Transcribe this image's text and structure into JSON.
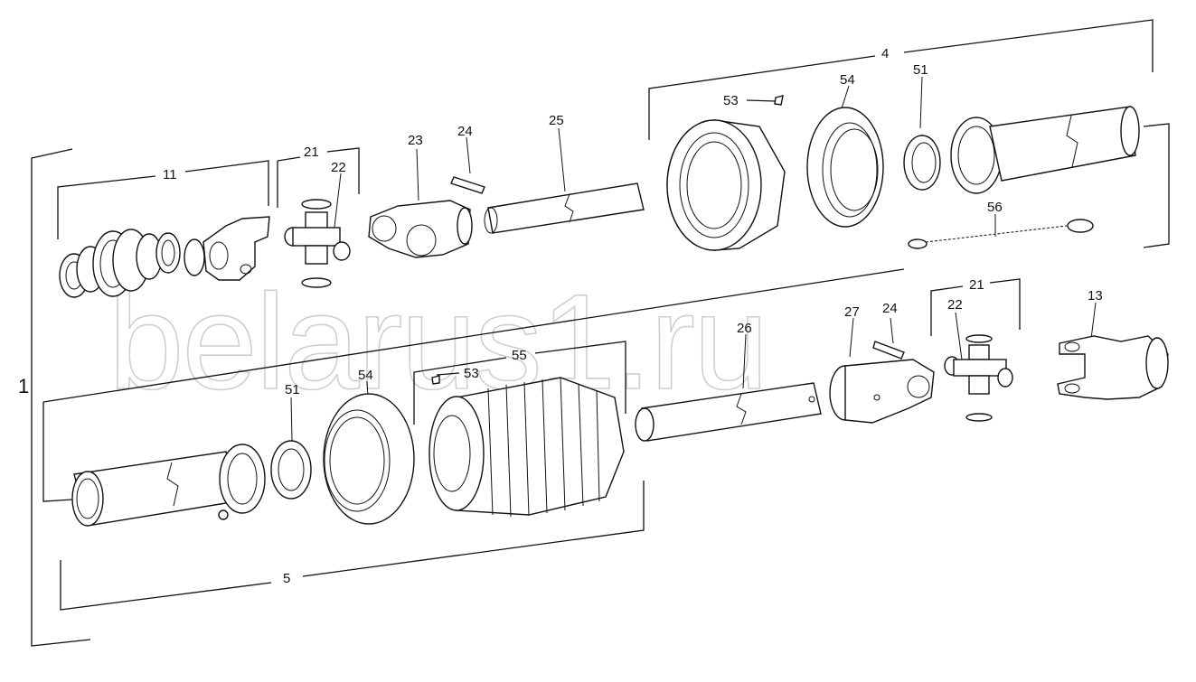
{
  "watermark": "belarus1.ru",
  "callouts": {
    "c1": "1",
    "c4": "4",
    "c5": "5",
    "c11": "11",
    "c13": "13",
    "c21a": "21",
    "c21b": "21",
    "c22a": "22",
    "c22b": "22",
    "c23": "23",
    "c24a": "24",
    "c24b": "24",
    "c25": "25",
    "c26": "26",
    "c27": "27",
    "c51a": "51",
    "c51b": "51",
    "c53a": "53",
    "c53b": "53",
    "c54a": "54",
    "c54b": "54",
    "c55": "55",
    "c56": "56"
  }
}
